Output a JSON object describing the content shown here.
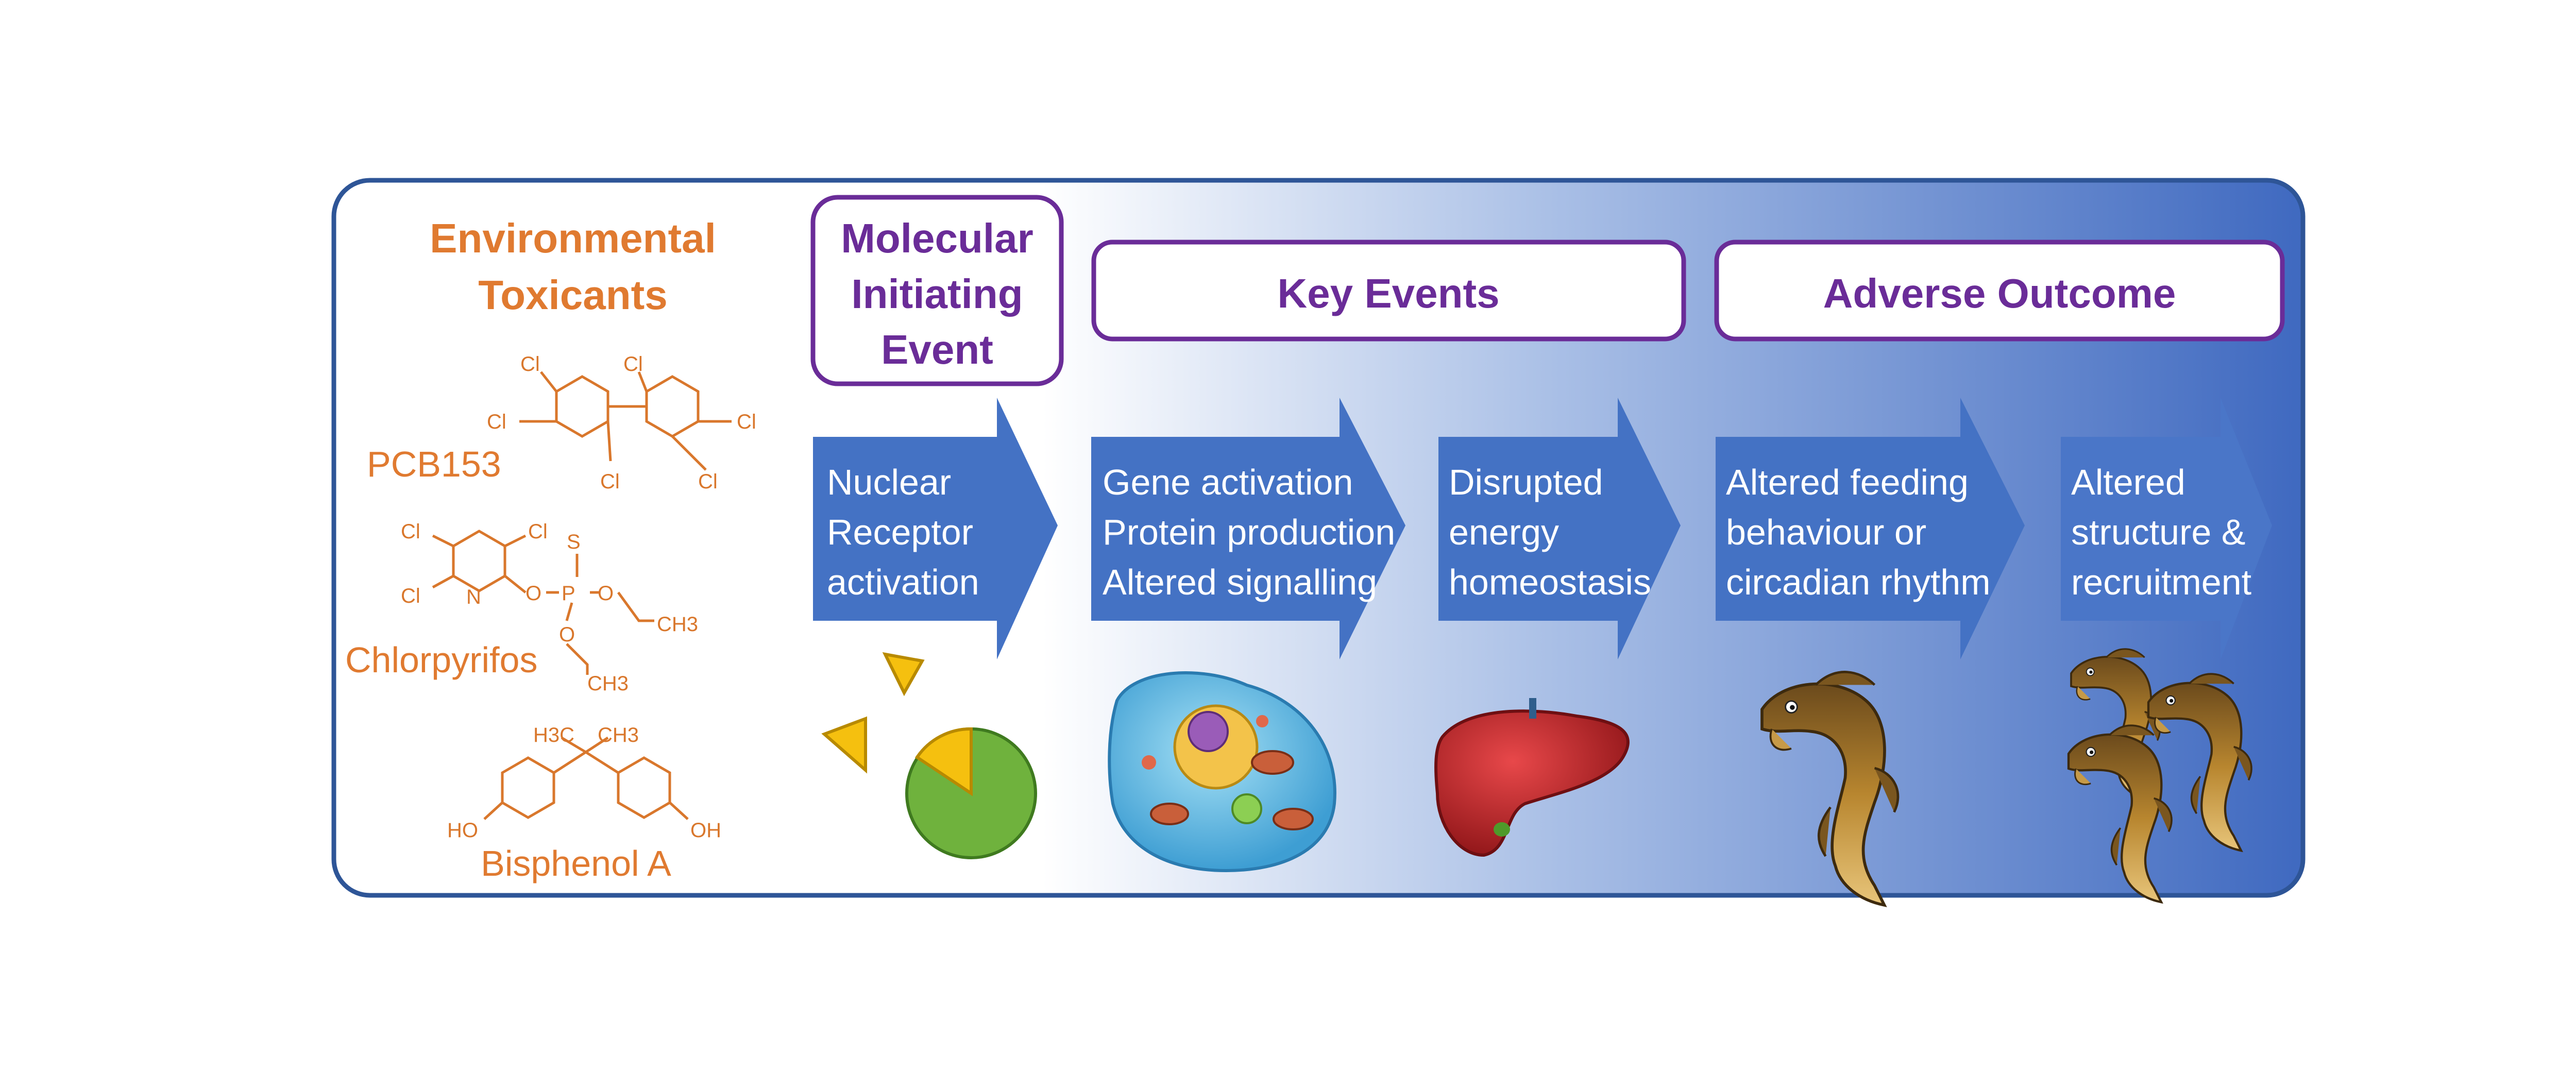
{
  "toxicants": {
    "heading_line1": "Environmental",
    "heading_line2": "Toxicants",
    "compounds": [
      {
        "name": "PCB153",
        "atoms": [
          "Cl",
          "Cl",
          "Cl",
          "Cl",
          "Cl",
          "Cl"
        ]
      },
      {
        "name": "Chlorpyrifos",
        "atoms": [
          "Cl",
          "Cl",
          "Cl",
          "N",
          "O",
          "P",
          "S",
          "O",
          "O",
          "CH3",
          "CH3"
        ]
      },
      {
        "name": "Bisphenol A",
        "atoms": [
          "H3C",
          "CH3",
          "HO",
          "OH"
        ]
      }
    ]
  },
  "mie": {
    "header_line1": "Molecular",
    "header_line2": "Initiating",
    "header_line3": "Event",
    "step_lines": [
      "Nuclear",
      "Receptor",
      "activation"
    ]
  },
  "key_events": {
    "header": "Key Events",
    "steps": [
      {
        "lines": [
          "Gene activation",
          "Protein production",
          "Altered signalling"
        ]
      },
      {
        "lines": [
          "Disrupted",
          "energy",
          "homeostasis"
        ]
      }
    ]
  },
  "adverse_outcome": {
    "header": "Adverse Outcome",
    "steps": [
      {
        "lines": [
          "Altered feeding",
          "behaviour or",
          "circadian rhythm"
        ]
      },
      {
        "lines": [
          "Altered",
          "structure &",
          "recruitment"
        ]
      }
    ]
  },
  "colors": {
    "frame": "#2e5597",
    "arrow": "#4472c4",
    "orange_text": "#e07a30",
    "purple_text": "#6a2c98"
  }
}
